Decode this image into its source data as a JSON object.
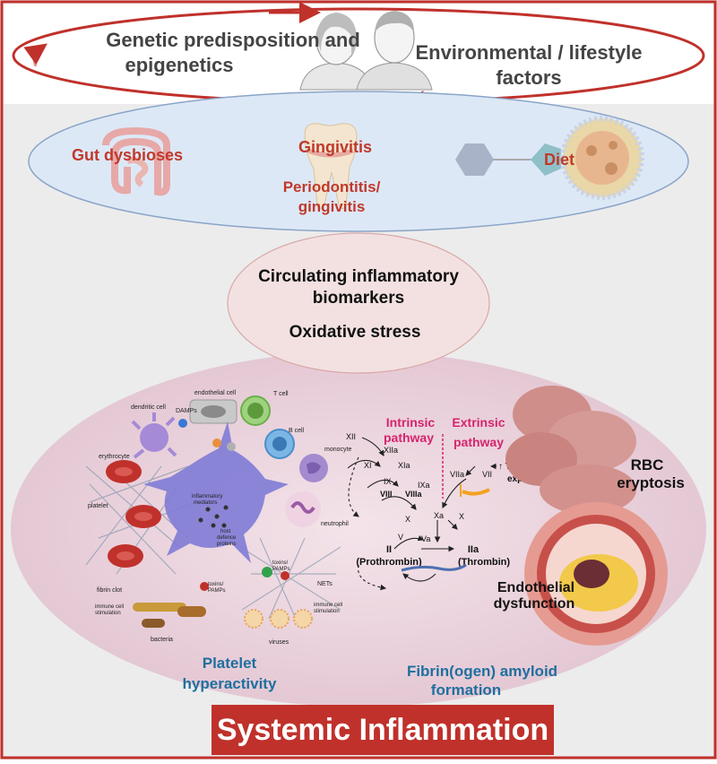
{
  "top": {
    "genetic": [
      "Genetic predisposition and",
      "epigenetics"
    ],
    "environmental": [
      "Environmental / lifestyle",
      "factors"
    ]
  },
  "ellipse": {
    "gut": "Gut dysbioses",
    "gingivitis": "Gingivitis",
    "periodontitis": [
      "Periodontitis/",
      "gingivitis"
    ],
    "diet": "Diet"
  },
  "biomarkers": {
    "circulating": [
      "Circulating inflammatory",
      "biomarkers"
    ],
    "oxidative": "Oxidative stress"
  },
  "immune": {
    "endothelial_cell": "endothelial cell",
    "t_cell": "T cell",
    "dendritic_cell": "dendritic cell",
    "damps": "DAMPs",
    "b_cell": "B cell",
    "monocyte": "monocyte",
    "erythrocyte": "erythrocyte",
    "platelet": "platelet",
    "inflammatory_mediators": [
      "inflammatory",
      "mediators"
    ],
    "host_defence": [
      "host",
      "defence",
      "proteins"
    ],
    "neutrophil": "neutrophil",
    "fibrin_clot": "fibrin clot",
    "toxins_right": [
      "toxins/",
      "PAMPs"
    ],
    "toxins_left": [
      "toxins/",
      "PAMPs"
    ],
    "nets": "NETs",
    "immune_stim_left": [
      "immune cell",
      "stimulation"
    ],
    "immune_stim_right": [
      "immune cell",
      "stimulation"
    ],
    "bacteria": "bacteria",
    "viruses": "viruses"
  },
  "coagulation": {
    "intrinsic": [
      "Intrinsic",
      "pathway"
    ],
    "extrinsic": [
      "Extrinsic",
      "pathway"
    ],
    "factors": {
      "xii": "XII",
      "xiia": "XIIa",
      "xi": "XI",
      "xia": "XIa",
      "ix": "IX",
      "ixa": "IXa",
      "viii": "VIII",
      "viiia": "VIIIa",
      "viia": "VIIa",
      "vii": "VII",
      "x_left": "X",
      "xa": "Xa",
      "x_right": "X",
      "v": "V",
      "va": "Va"
    },
    "tissue_factor": [
      "↑ Tissue factor",
      "expression"
    ],
    "prothrombin": [
      "II",
      "(Prothrombin)"
    ],
    "thrombin": [
      "IIa",
      "(Thrombin)"
    ]
  },
  "right": {
    "rbc": [
      "RBC",
      "eryptosis"
    ],
    "endothelial": [
      "Endothelial",
      "dysfunction"
    ]
  },
  "bottom": {
    "platelet": [
      "Platelet",
      "hyperactivity"
    ],
    "fibrin": [
      "Fibrin(ogen) amyloid",
      "formation"
    ]
  },
  "banner": "Systemic Inflammation",
  "colors": {
    "frame": "#c0312b",
    "red_text": "#c0392b",
    "blue_text": "#1f6f9f",
    "magenta": "#d6246e",
    "ellipse_fill": "#dde8f6",
    "pink_fill": "#ead2dc"
  }
}
